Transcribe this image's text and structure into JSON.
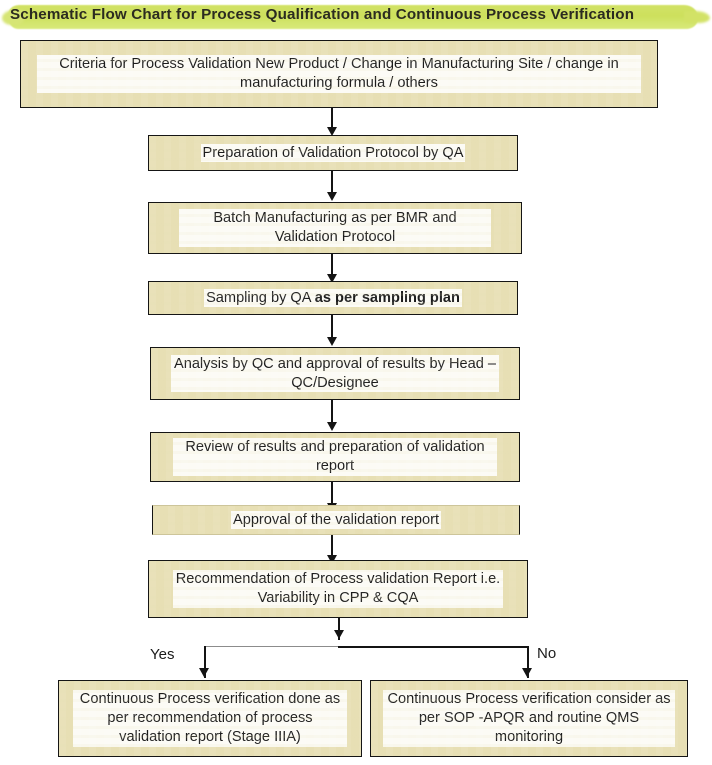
{
  "title": {
    "text": "Schematic Flow Chart for Process Qualification and Continuous Process Verification",
    "highlight_color": "#cfe05a",
    "text_color": "#2b2b20"
  },
  "theme": {
    "box_fill": "#e7dfb4",
    "box_border": "#151515",
    "connector_color": "#141414",
    "page_background": "#ffffff"
  },
  "flow": {
    "nodes": [
      {
        "id": "criteria",
        "label": "Criteria for Process Validation New Product / Change in Manufacturing Site / change in manufacturing formula / others"
      },
      {
        "id": "protocol",
        "label": "Preparation of Validation Protocol by QA"
      },
      {
        "id": "batch",
        "label": "Batch Manufacturing as per BMR and Validation Protocol"
      },
      {
        "id": "sampling",
        "label_normal": "Sampling by QA ",
        "label_bold": "as per sampling plan"
      },
      {
        "id": "analysis",
        "label": "Analysis by QC and approval of results by Head – QC/Designee"
      },
      {
        "id": "review",
        "label": "Review of results and preparation of validation report"
      },
      {
        "id": "approval",
        "label": "Approval of the validation report"
      },
      {
        "id": "recommendation",
        "label": "Recommendation of Process validation Report i.e. Variability in CPP & CQA"
      }
    ],
    "branch": {
      "yes_label": "Yes",
      "no_label": "No",
      "yes_node": {
        "id": "cpv-yes",
        "label": "Continuous Process verification done as per recommendation of process validation report (Stage IIIA)"
      },
      "no_node": {
        "id": "cpv-no",
        "label": "Continuous Process verification consider as per SOP -APQR and routine QMS monitoring"
      }
    }
  }
}
